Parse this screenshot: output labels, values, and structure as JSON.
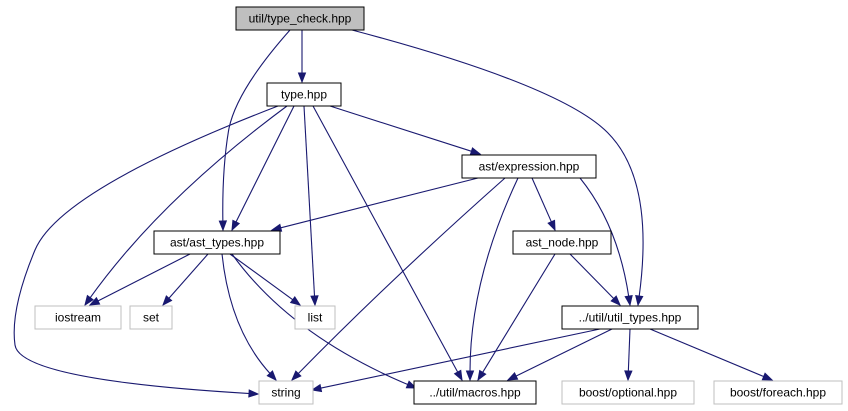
{
  "nodes": [
    {
      "id": "type_check",
      "label": "util/type_check.hpp",
      "kind": "root"
    },
    {
      "id": "type",
      "label": "type.hpp",
      "kind": "local"
    },
    {
      "id": "expression",
      "label": "ast/expression.hpp",
      "kind": "local"
    },
    {
      "id": "ast_types",
      "label": "ast/ast_types.hpp",
      "kind": "local"
    },
    {
      "id": "ast_node",
      "label": "ast_node.hpp",
      "kind": "local"
    },
    {
      "id": "iostream",
      "label": "iostream",
      "kind": "system"
    },
    {
      "id": "set",
      "label": "set",
      "kind": "system"
    },
    {
      "id": "list",
      "label": "list",
      "kind": "system"
    },
    {
      "id": "util_types",
      "label": "../util/util_types.hpp",
      "kind": "local"
    },
    {
      "id": "string",
      "label": "string",
      "kind": "system"
    },
    {
      "id": "macros",
      "label": "../util/macros.hpp",
      "kind": "local"
    },
    {
      "id": "optional",
      "label": "boost/optional.hpp",
      "kind": "system"
    },
    {
      "id": "foreach",
      "label": "boost/foreach.hpp",
      "kind": "system"
    }
  ],
  "edges": [
    {
      "from": "type_check",
      "to": "type"
    },
    {
      "from": "type_check",
      "to": "ast_types"
    },
    {
      "from": "type_check",
      "to": "util_types"
    },
    {
      "from": "type",
      "to": "expression"
    },
    {
      "from": "type",
      "to": "ast_types"
    },
    {
      "from": "type",
      "to": "iostream"
    },
    {
      "from": "type",
      "to": "list"
    },
    {
      "from": "type",
      "to": "string"
    },
    {
      "from": "type",
      "to": "macros"
    },
    {
      "from": "expression",
      "to": "ast_types"
    },
    {
      "from": "expression",
      "to": "ast_node"
    },
    {
      "from": "expression",
      "to": "util_types"
    },
    {
      "from": "expression",
      "to": "macros"
    },
    {
      "from": "expression",
      "to": "string"
    },
    {
      "from": "ast_types",
      "to": "iostream"
    },
    {
      "from": "ast_types",
      "to": "set"
    },
    {
      "from": "ast_types",
      "to": "list"
    },
    {
      "from": "ast_types",
      "to": "string"
    },
    {
      "from": "ast_types",
      "to": "macros"
    },
    {
      "from": "ast_node",
      "to": "util_types"
    },
    {
      "from": "ast_node",
      "to": "macros"
    },
    {
      "from": "util_types",
      "to": "string"
    },
    {
      "from": "util_types",
      "to": "macros"
    },
    {
      "from": "util_types",
      "to": "optional"
    },
    {
      "from": "util_types",
      "to": "foreach"
    }
  ]
}
